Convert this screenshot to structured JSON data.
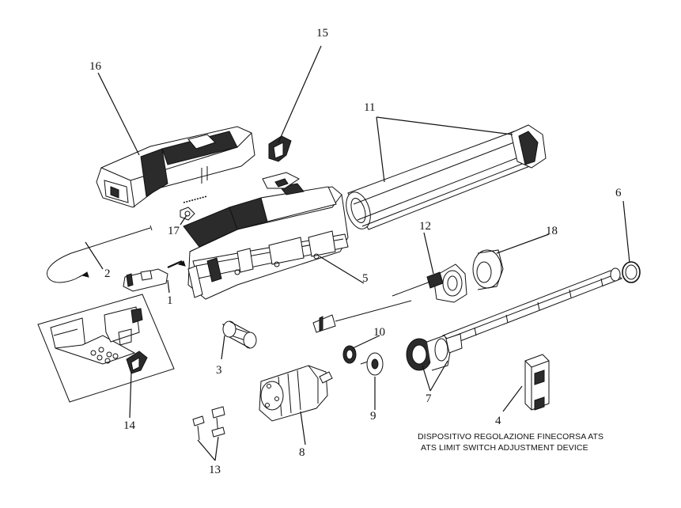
{
  "callouts": {
    "c1": "1",
    "c2": "2",
    "c3": "3",
    "c4": "4",
    "c5": "5",
    "c6": "6",
    "c7": "7",
    "c8": "8",
    "c9": "9",
    "c10": "10",
    "c11": "11",
    "c12": "12",
    "c13": "13",
    "c14": "14",
    "c15": "15",
    "c16": "16",
    "c17": "17",
    "c18": "18"
  },
  "caption": {
    "line_it": "DISPOSITIVO REGOLAZIONE FINECORSA ATS",
    "line_en": "ATS LIMIT SWITCH ADJUSTMENT DEVICE"
  },
  "colors": {
    "ink": "#111111",
    "shade": "#2b2b2b",
    "fill": "#ffffff",
    "grey": "#bdbdbd"
  }
}
